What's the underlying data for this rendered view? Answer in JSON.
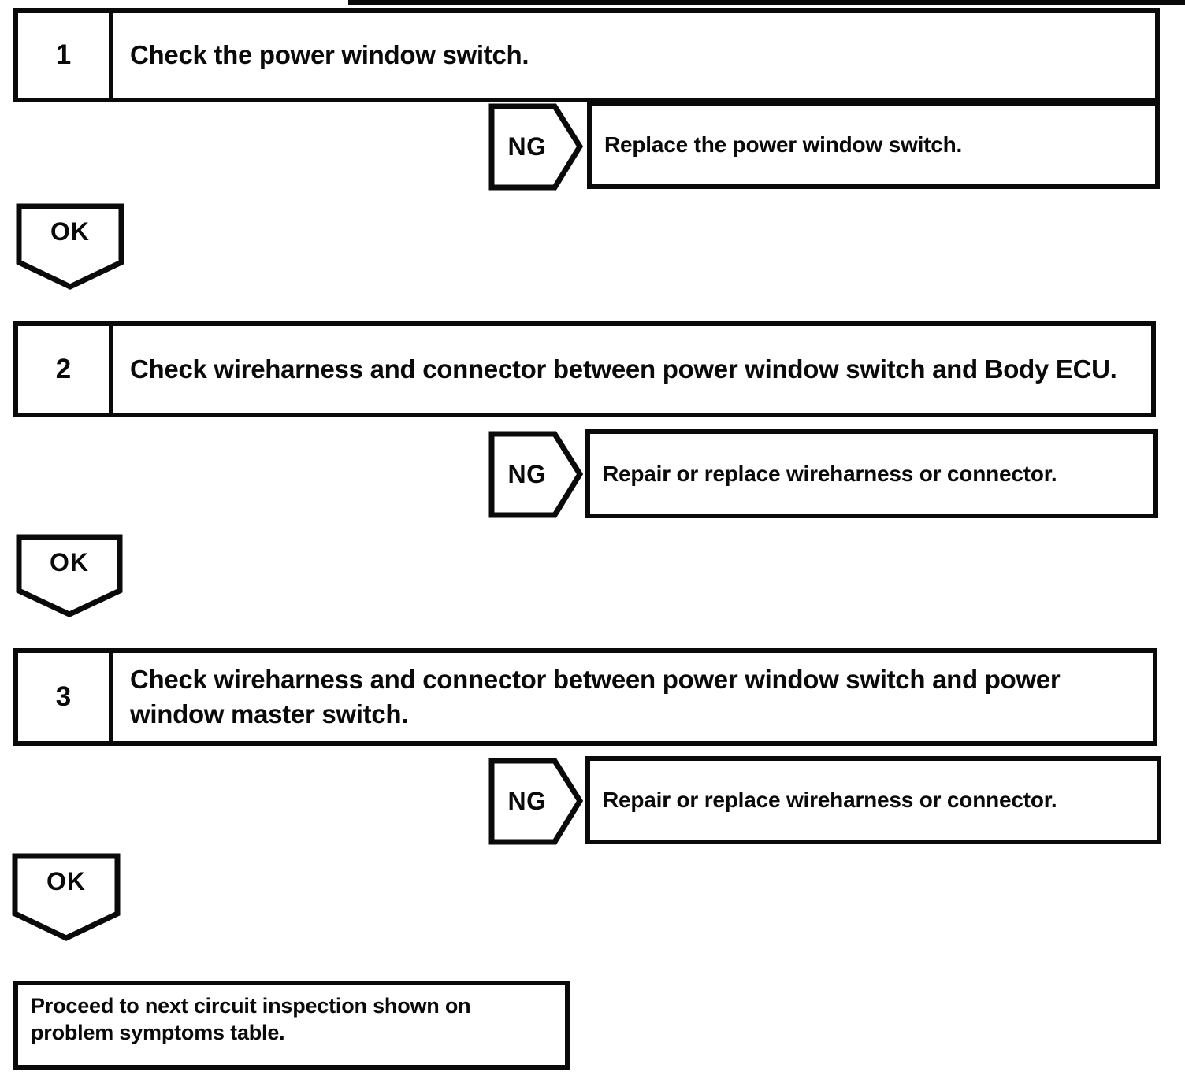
{
  "page": {
    "background_color": "#ffffff",
    "line_color": "#0a0a0a"
  },
  "steps": [
    {
      "number": "1",
      "instruction": "Check the power window switch.",
      "ng": {
        "label": "NG",
        "action": "Replace the power window switch."
      },
      "ok": {
        "label": "OK"
      }
    },
    {
      "number": "2",
      "instruction": "Check wireharness and connector between power window switch and Body ECU.",
      "ng": {
        "label": "NG",
        "action": "Repair or replace wireharness or connector."
      },
      "ok": {
        "label": "OK"
      }
    },
    {
      "number": "3",
      "instruction": "Check wireharness and connector between power window switch and power window master switch.",
      "ng": {
        "label": "NG",
        "action": "Repair or replace wireharness or connector."
      },
      "ok": {
        "label": "OK"
      }
    }
  ],
  "final_step": {
    "text": "Proceed to next circuit inspection shown on problem symptoms table."
  }
}
